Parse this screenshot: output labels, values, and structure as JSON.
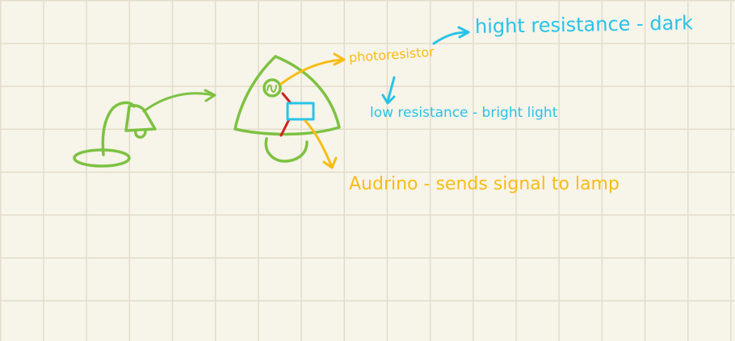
{
  "labels": {
    "photoresistor": "photoresistor",
    "high_resistance": "hight resistance - dark",
    "low_resistance": "low resistance - bright light",
    "arduino": "Audrino - sends signal to lamp"
  },
  "colors": {
    "background": "#f7f4e9",
    "grid": "#e2dccb",
    "green": "#7dc242",
    "yellow": "#f7bd14",
    "blue": "#28c3e8",
    "red": "#d0201c"
  }
}
